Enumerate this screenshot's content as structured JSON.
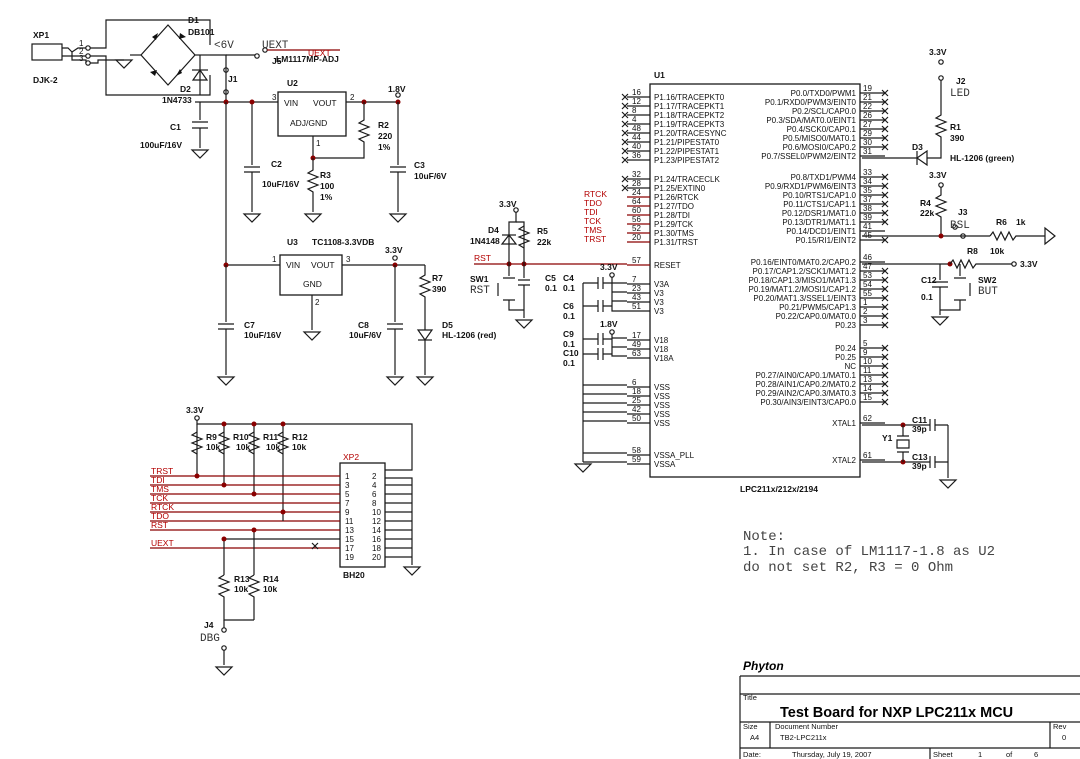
{
  "parts": {
    "xp1": {
      "ref": "XP1",
      "value": "DJK-2",
      "pins": [
        "1",
        "2",
        "3"
      ]
    },
    "d1": {
      "ref": "D1",
      "value": "DB101",
      "note": "<6V"
    },
    "d2": {
      "ref": "D2",
      "value": "1N4733"
    },
    "j1": {
      "ref": "J1"
    },
    "j5": {
      "ref": "J5",
      "net": "UEXT",
      "label": "UEXT"
    },
    "c1": {
      "ref": "C1",
      "value": "100uF/16V"
    },
    "u2": {
      "ref": "U2",
      "value": "LM1117MP-ADJ",
      "vin": "VIN",
      "vout": "VOUT",
      "adj": "ADJ/GND",
      "pin_in": "3",
      "pin_out": "2",
      "pin_adj": "1"
    },
    "r2": {
      "ref": "R2",
      "value": "220",
      "tol": "1%"
    },
    "r3": {
      "ref": "R3",
      "value": "100",
      "tol": "1%"
    },
    "c2": {
      "ref": "C2",
      "value": "10uF/16V"
    },
    "c3": {
      "ref": "C3",
      "value": "10uF/6V"
    },
    "v18a": "1.8V",
    "u3": {
      "ref": "U3",
      "value": "TC1108-3.3VDB",
      "vin": "VIN",
      "vout": "VOUT",
      "gnd": "GND",
      "pin_in": "1",
      "pin_out": "3",
      "pin_gnd": "2"
    },
    "v33a": "3.3V",
    "r7": {
      "ref": "R7",
      "value": "390"
    },
    "c7": {
      "ref": "C7",
      "value": "10uF/16V"
    },
    "c8": {
      "ref": "C8",
      "value": "10uF/6V"
    },
    "d5": {
      "ref": "D5",
      "value": "HL-1206 (red)"
    },
    "u1": {
      "ref": "U1",
      "value": "LPC211x/212x/2194"
    },
    "d4": {
      "ref": "D4",
      "value": "1N4148"
    },
    "r5": {
      "ref": "R5",
      "value": "22k"
    },
    "sw1": {
      "ref": "SW1",
      "label": "RST"
    },
    "c5": {
      "ref": "C5",
      "value": "0.1"
    },
    "c4": {
      "ref": "C4",
      "value": "0.1"
    },
    "c6": {
      "ref": "C6",
      "value": "0.1"
    },
    "c9": {
      "ref": "C9",
      "value": "0.1"
    },
    "c10": {
      "ref": "C10",
      "value": "0.1"
    },
    "v18b": "1.8V",
    "v33b": "3.3V",
    "v33c": "3.3V",
    "j2": {
      "ref": "J2",
      "label": "LED"
    },
    "r1": {
      "ref": "R1",
      "value": "390"
    },
    "d3": {
      "ref": "D3",
      "value": "HL-1206 (green)"
    },
    "v33d": "3.3V",
    "v33e": "3.3V",
    "r4": {
      "ref": "R4",
      "value": "22k"
    },
    "j3": {
      "ref": "J3",
      "label": "BSL"
    },
    "r6": {
      "ref": "R6",
      "value": "1k"
    },
    "r8": {
      "ref": "R8",
      "value": "10k"
    },
    "v33f": "3.3V",
    "c12": {
      "ref": "C12",
      "value": "0.1"
    },
    "sw2": {
      "ref": "SW2",
      "label": "BUT"
    },
    "c11": {
      "ref": "C11",
      "value": "39p"
    },
    "c13": {
      "ref": "C13",
      "value": "39p"
    },
    "y1": {
      "ref": "Y1"
    },
    "v33g": "3.3V",
    "r9": {
      "ref": "R9",
      "value": "10k"
    },
    "r10": {
      "ref": "R10",
      "value": "10k"
    },
    "r11": {
      "ref": "R11",
      "value": "10k"
    },
    "r12": {
      "ref": "R12",
      "value": "10k"
    },
    "r13": {
      "ref": "R13",
      "value": "10k"
    },
    "r14": {
      "ref": "R14",
      "value": "10k"
    },
    "xp2": {
      "ref": "XP2",
      "value": "BH20"
    },
    "j4": {
      "ref": "J4",
      "label": "DBG"
    }
  },
  "u1_left_pins": [
    {
      "num": "16",
      "name": "P1.16/TRACEPKT0"
    },
    {
      "num": "12",
      "name": "P1.17/TRACEPKT1"
    },
    {
      "num": "8",
      "name": "P1.18/TRACEPKT2"
    },
    {
      "num": "4",
      "name": "P1.19/TRACEPKT3"
    },
    {
      "num": "48",
      "name": "P1.20/TRACESYNC"
    },
    {
      "num": "44",
      "name": "P1.21/PIPESTAT0"
    },
    {
      "num": "40",
      "name": "P1.22/PIPESTAT1"
    },
    {
      "num": "36",
      "name": "P1.23/PIPESTAT2"
    },
    {
      "num": "32",
      "name": "P1.24/TRACECLK"
    },
    {
      "num": "28",
      "name": "P1.25/EXTIN0"
    },
    {
      "num": "24",
      "name": "P1.26/RTCK",
      "net": "RTCK"
    },
    {
      "num": "64",
      "name": "P1.27/TDO",
      "net": "TDO"
    },
    {
      "num": "60",
      "name": "P1.28/TDI",
      "net": "TDI"
    },
    {
      "num": "56",
      "name": "P1.29/TCK",
      "net": "TCK"
    },
    {
      "num": "52",
      "name": "P1.30/TMS",
      "net": "TMS"
    },
    {
      "num": "20",
      "name": "P1.31/TRST",
      "net": "TRST"
    },
    {
      "num": "57",
      "name": "RESET",
      "net": "RST"
    },
    {
      "num": "7",
      "name": "V3A"
    },
    {
      "num": "23",
      "name": "V3"
    },
    {
      "num": "43",
      "name": "V3"
    },
    {
      "num": "51",
      "name": "V3"
    },
    {
      "num": "17",
      "name": "V18"
    },
    {
      "num": "49",
      "name": "V18"
    },
    {
      "num": "63",
      "name": "V18A"
    },
    {
      "num": "6",
      "name": "VSS"
    },
    {
      "num": "18",
      "name": "VSS"
    },
    {
      "num": "25",
      "name": "VSS"
    },
    {
      "num": "42",
      "name": "VSS"
    },
    {
      "num": "50",
      "name": "VSS"
    },
    {
      "num": "58",
      "name": "VSSA_PLL"
    },
    {
      "num": "59",
      "name": "VSSA"
    }
  ],
  "u1_right_pins": [
    {
      "num": "19",
      "name": "P0.0/TXD0/PWM1"
    },
    {
      "num": "21",
      "name": "P0.1/RXD0/PWM3/EINT0"
    },
    {
      "num": "22",
      "name": "P0.2/SCL/CAP0.0"
    },
    {
      "num": "26",
      "name": "P0.3/SDA/MAT0.0/EINT1"
    },
    {
      "num": "27",
      "name": "P0.4/SCK0/CAP0.1"
    },
    {
      "num": "29",
      "name": "P0.5/MISO0/MAT0.1"
    },
    {
      "num": "30",
      "name": "P0.6/MOSI0/CAP0.2"
    },
    {
      "num": "31",
      "name": "P0.7/SSEL0/PWM2/EINT2"
    },
    {
      "num": "33",
      "name": "P0.8/TXD1/PWM4"
    },
    {
      "num": "34",
      "name": "P0.9/RXD1/PWM6/EINT3"
    },
    {
      "num": "35",
      "name": "P0.10/RTS1/CAP1.0"
    },
    {
      "num": "37",
      "name": "P0.11/CTS1/CAP1.1"
    },
    {
      "num": "38",
      "name": "P0.12/DSR1/MAT1.0"
    },
    {
      "num": "39",
      "name": "P0.13/DTR1/MAT1.1"
    },
    {
      "num": "41",
      "name": "P0.14/DCD1/EINT1"
    },
    {
      "num": "45",
      "name": "P0.15/RI1/EINT2"
    },
    {
      "num": "46",
      "name": "P0.16/EINT0/MAT0.2/CAP0.2"
    },
    {
      "num": "47",
      "name": "P0.17/CAP1.2/SCK1/MAT1.2"
    },
    {
      "num": "53",
      "name": "P0.18/CAP1.3/MISO1/MAT1.3"
    },
    {
      "num": "54",
      "name": "P0.19/MAT1.2/MOSI1/CAP1.2"
    },
    {
      "num": "55",
      "name": "P0.20/MAT1.3/SSEL1/EINT3"
    },
    {
      "num": "1",
      "name": "P0.21/PWM5/CAP1.3"
    },
    {
      "num": "2",
      "name": "P0.22/CAP0.0/MAT0.0"
    },
    {
      "num": "3",
      "name": "P0.23"
    },
    {
      "num": "5",
      "name": "P0.24"
    },
    {
      "num": "9",
      "name": "P0.25"
    },
    {
      "num": "10",
      "name": "NC"
    },
    {
      "num": "11",
      "name": "P0.27/AIN0/CAP0.1/MAT0.1"
    },
    {
      "num": "13",
      "name": "P0.28/AIN1/CAP0.2/MAT0.2"
    },
    {
      "num": "14",
      "name": "P0.29/AIN2/CAP0.3/MAT0.3"
    },
    {
      "num": "15",
      "name": "P0.30/AIN3/EINT3/CAP0.0"
    },
    {
      "num": "62",
      "name": "XTAL1"
    },
    {
      "num": "61",
      "name": "XTAL2"
    }
  ],
  "jtag_nets": [
    "TRST",
    "TDI",
    "TMS",
    "TCK",
    "RTCK",
    "TDO",
    "RST",
    "UEXT"
  ],
  "xp2_pins_left": [
    "1",
    "3",
    "5",
    "7",
    "9",
    "11",
    "13",
    "15",
    "17",
    "19"
  ],
  "xp2_pins_right": [
    "2",
    "4",
    "6",
    "8",
    "10",
    "12",
    "14",
    "16",
    "18",
    "20"
  ],
  "note": {
    "line1": "Note:",
    "line2": "1. In case of LM1117-1.8 as U2",
    "line3": "do not set R2, R3 = 0 Ohm"
  },
  "title_block": {
    "company": "Phyton",
    "title_label": "Title",
    "title": "Test Board for NXP LPC211x MCU",
    "size_label": "Size",
    "size": "A4",
    "docnum_label": "Document Number",
    "docnum": "TB2-LPC211x",
    "rev_label": "Rev",
    "rev": "0",
    "date_label": "Date:",
    "date": "Thursday, July 19, 2007",
    "sheet_label": "Sheet",
    "sheet": "1",
    "of_label": "of",
    "of": "6"
  }
}
